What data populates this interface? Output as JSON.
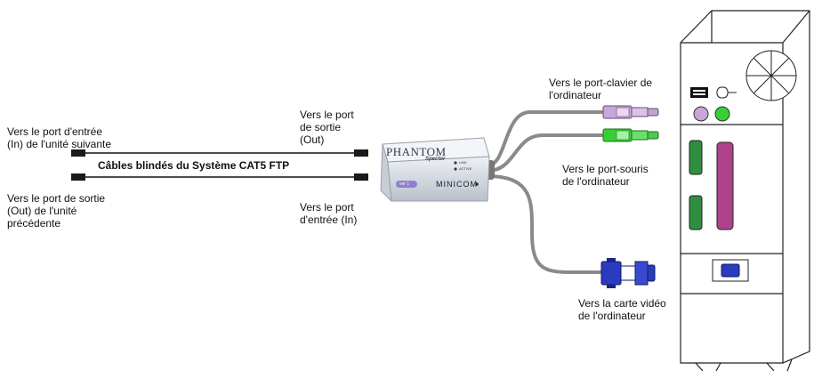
{
  "labels": {
    "next_unit_in": [
      "Vers le port d'entrée",
      "(In) de l'unité suivante"
    ],
    "prev_unit_out": [
      "Vers le port de sortie",
      "(Out) de l'unité",
      "précédente"
    ],
    "cables": "Câbles blindés du Système CAT5 FTP",
    "out_port": [
      "Vers le port",
      "de sortie",
      "(Out)"
    ],
    "in_port": [
      "Vers le port",
      "d'entrée (In)"
    ],
    "keyboard": [
      "Vers le port-clavier de",
      "l'ordinateur"
    ],
    "mouse": [
      "Vers le port-souris",
      "de l'ordinateur"
    ],
    "video": [
      "Vers la carte vidéo",
      "de l'ordinateur"
    ]
  },
  "device": {
    "brand": "PHANTOM",
    "model": "Spector",
    "maker": "MINICOM",
    "led_link": "LINK",
    "led_active": "ACTIVE",
    "badge": "ver 1"
  },
  "colors": {
    "keyboard_plug": "#c9a6d9",
    "mouse_plug": "#35d035",
    "video_plug": "#2b3bbf",
    "cable_gray": "#8a8a8a",
    "pc_port_green": "#2f8f3f",
    "pc_port_purple": "#b0418c"
  }
}
